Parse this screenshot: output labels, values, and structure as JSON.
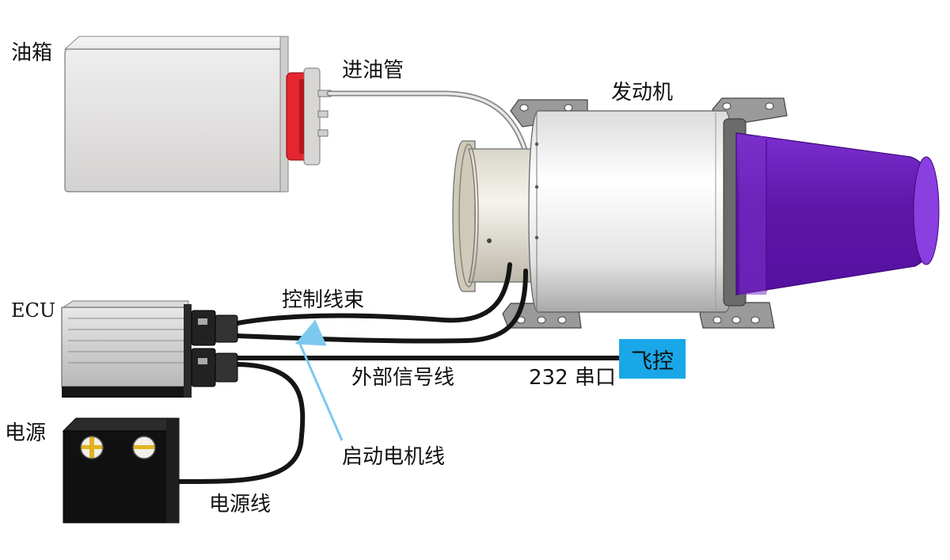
{
  "labels": {
    "fuel_tank": "油箱",
    "fuel_pipe": "进油管",
    "engine": "发动机",
    "ecu": "ECU",
    "control_harness": "控制线束",
    "external_signal_line": "外部信号线",
    "serial_port": "232 串口",
    "flight_control": "飞控",
    "power_supply": "电源",
    "starter_motor_line": "启动电机线",
    "power_line": "电源线"
  },
  "colors": {
    "nozzle": "#6a1fb0",
    "tank_flange": "#e5262f",
    "flight_control_box": "#1aa7e8",
    "arrow": "#7cc8ef",
    "cable": "#151515",
    "power_box": "#111111"
  }
}
